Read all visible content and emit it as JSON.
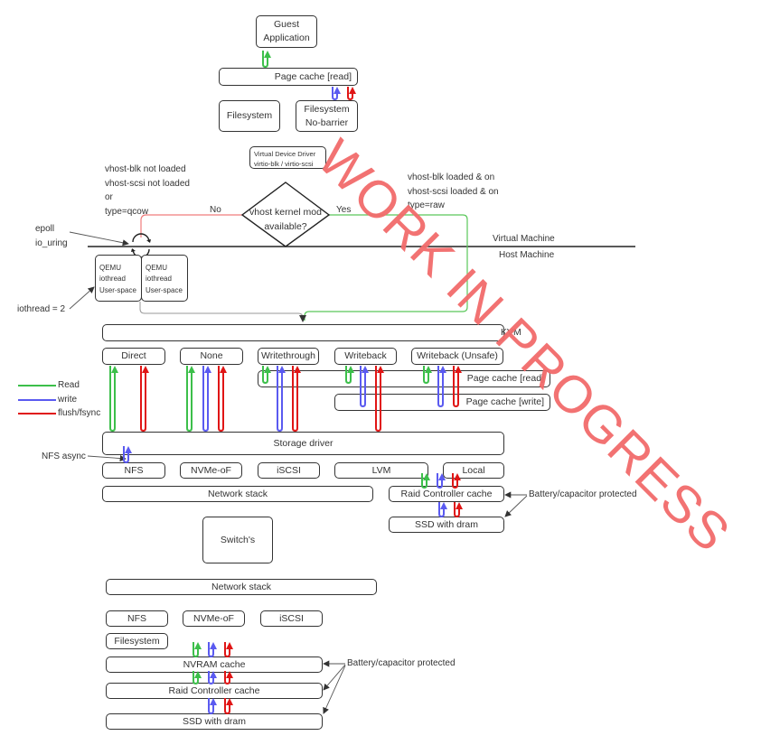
{
  "title": "Guest I/O path through KVM caching modes",
  "colors": {
    "read": "#3cbf4a",
    "write": "#5a5af0",
    "flush": "#e01515",
    "no_path": "#f07c7c",
    "yes_path": "#5ac85a",
    "watermark": "#f26b6b",
    "border": "#333333"
  },
  "watermark": "WORK IN PROGRESS",
  "guest": {
    "application": "Guest\nApplication",
    "page_cache_read": "Page cache [read]",
    "filesystem": "Filesystem",
    "filesystem_nobarrier": "Filesystem\nNo-barrier",
    "virtual_device_driver": "Virtual Device Driver\nvirtio-blk / virtio-scsi"
  },
  "decision": {
    "question": "vhost kernel mod\navailable?",
    "no_label": "No",
    "yes_label": "Yes",
    "no_condition": "vhost-blk not loaded\nvhost-scsi not loaded\nor\ntype=qcow",
    "yes_condition": "vhost-blk   loaded & on\nvhost-scsi loaded & on\ntype=raw"
  },
  "boundary": {
    "virtual_machine": "Virtual Machine",
    "host_machine": "Host Machine"
  },
  "iothread": {
    "epoll_label": "epoll\nio_uring",
    "count_label": "iothread = 2",
    "qemu_box_1": "QEMU\niothread\nUser-space",
    "qemu_box_2": "QEMU\niothread\nUser-space"
  },
  "host": {
    "kvm": "KVM",
    "cache_modes": [
      "Direct",
      "None",
      "Writethrough",
      "Writeback",
      "Writeback (Unsafe)"
    ],
    "page_cache_read": "Page cache [read]",
    "page_cache_write": "Page cache [write]",
    "storage_driver": "Storage driver",
    "nfs_async": "NFS async",
    "backends": [
      "NFS",
      "NVMe-oF",
      "iSCSI",
      "LVM",
      "Local"
    ],
    "network_stack": "Network stack",
    "raid_controller_cache": "Raid Controller cache",
    "ssd": "SSD with dram",
    "battery_note": "Battery/capacitor protected"
  },
  "legend": [
    {
      "label": "Read",
      "color": "#3cbf4a"
    },
    {
      "label": "write",
      "color": "#5a5af0"
    },
    {
      "label": "flush/fsync",
      "color": "#e01515"
    }
  ],
  "remote": {
    "switch": "Switch's",
    "network_stack": "Network stack",
    "protocols": [
      "NFS",
      "NVMe-oF",
      "iSCSI"
    ],
    "filesystem": "Filesystem",
    "nvram_cache": "NVRAM cache",
    "raid_controller_cache": "Raid Controller cache",
    "ssd": "SSD with dram",
    "battery_note": "Battery/capacitor protected"
  }
}
